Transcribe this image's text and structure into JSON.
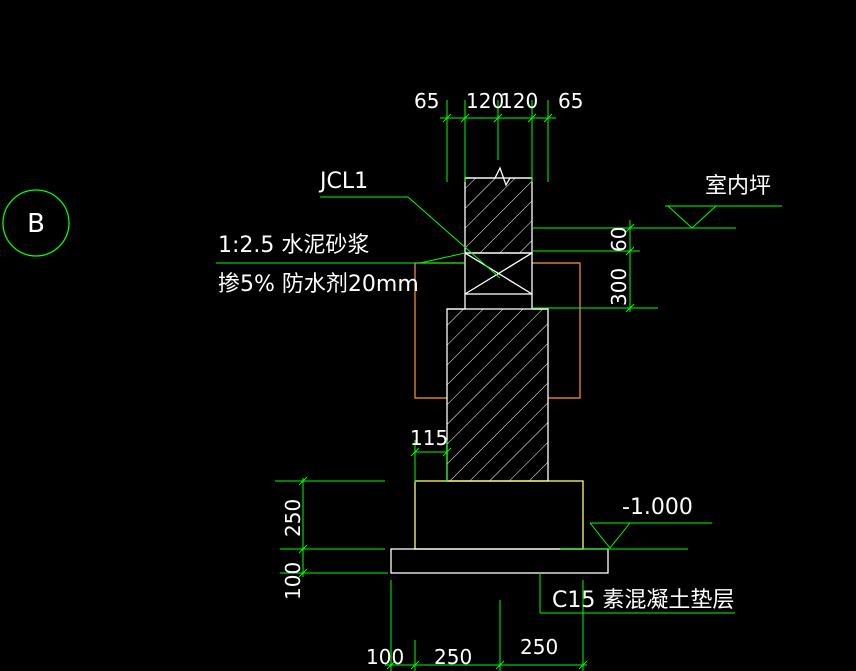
{
  "colors": {
    "background": "#000000",
    "dimension_line": "#00ff00",
    "wall_line": "#ffffff",
    "footing_line": "#ffff66",
    "outline_orange": "#ff9933",
    "text": "#ffffff"
  },
  "axis_bubble": {
    "label": "B"
  },
  "labels": {
    "beam": "JCL1",
    "mortar_line1": "1:2.5 水泥砂浆",
    "mortar_line2": "掺5% 防水剂20mm",
    "indoor_floor": "室内坪",
    "elevation": "-1.000",
    "cushion": "C15 素混凝土垫层"
  },
  "dimensions": {
    "top": [
      "65",
      "120",
      "120",
      "65"
    ],
    "right": [
      "60",
      "300"
    ],
    "step": "115",
    "left": [
      "250",
      "100"
    ],
    "bottom": [
      "100",
      "250",
      "250"
    ]
  }
}
